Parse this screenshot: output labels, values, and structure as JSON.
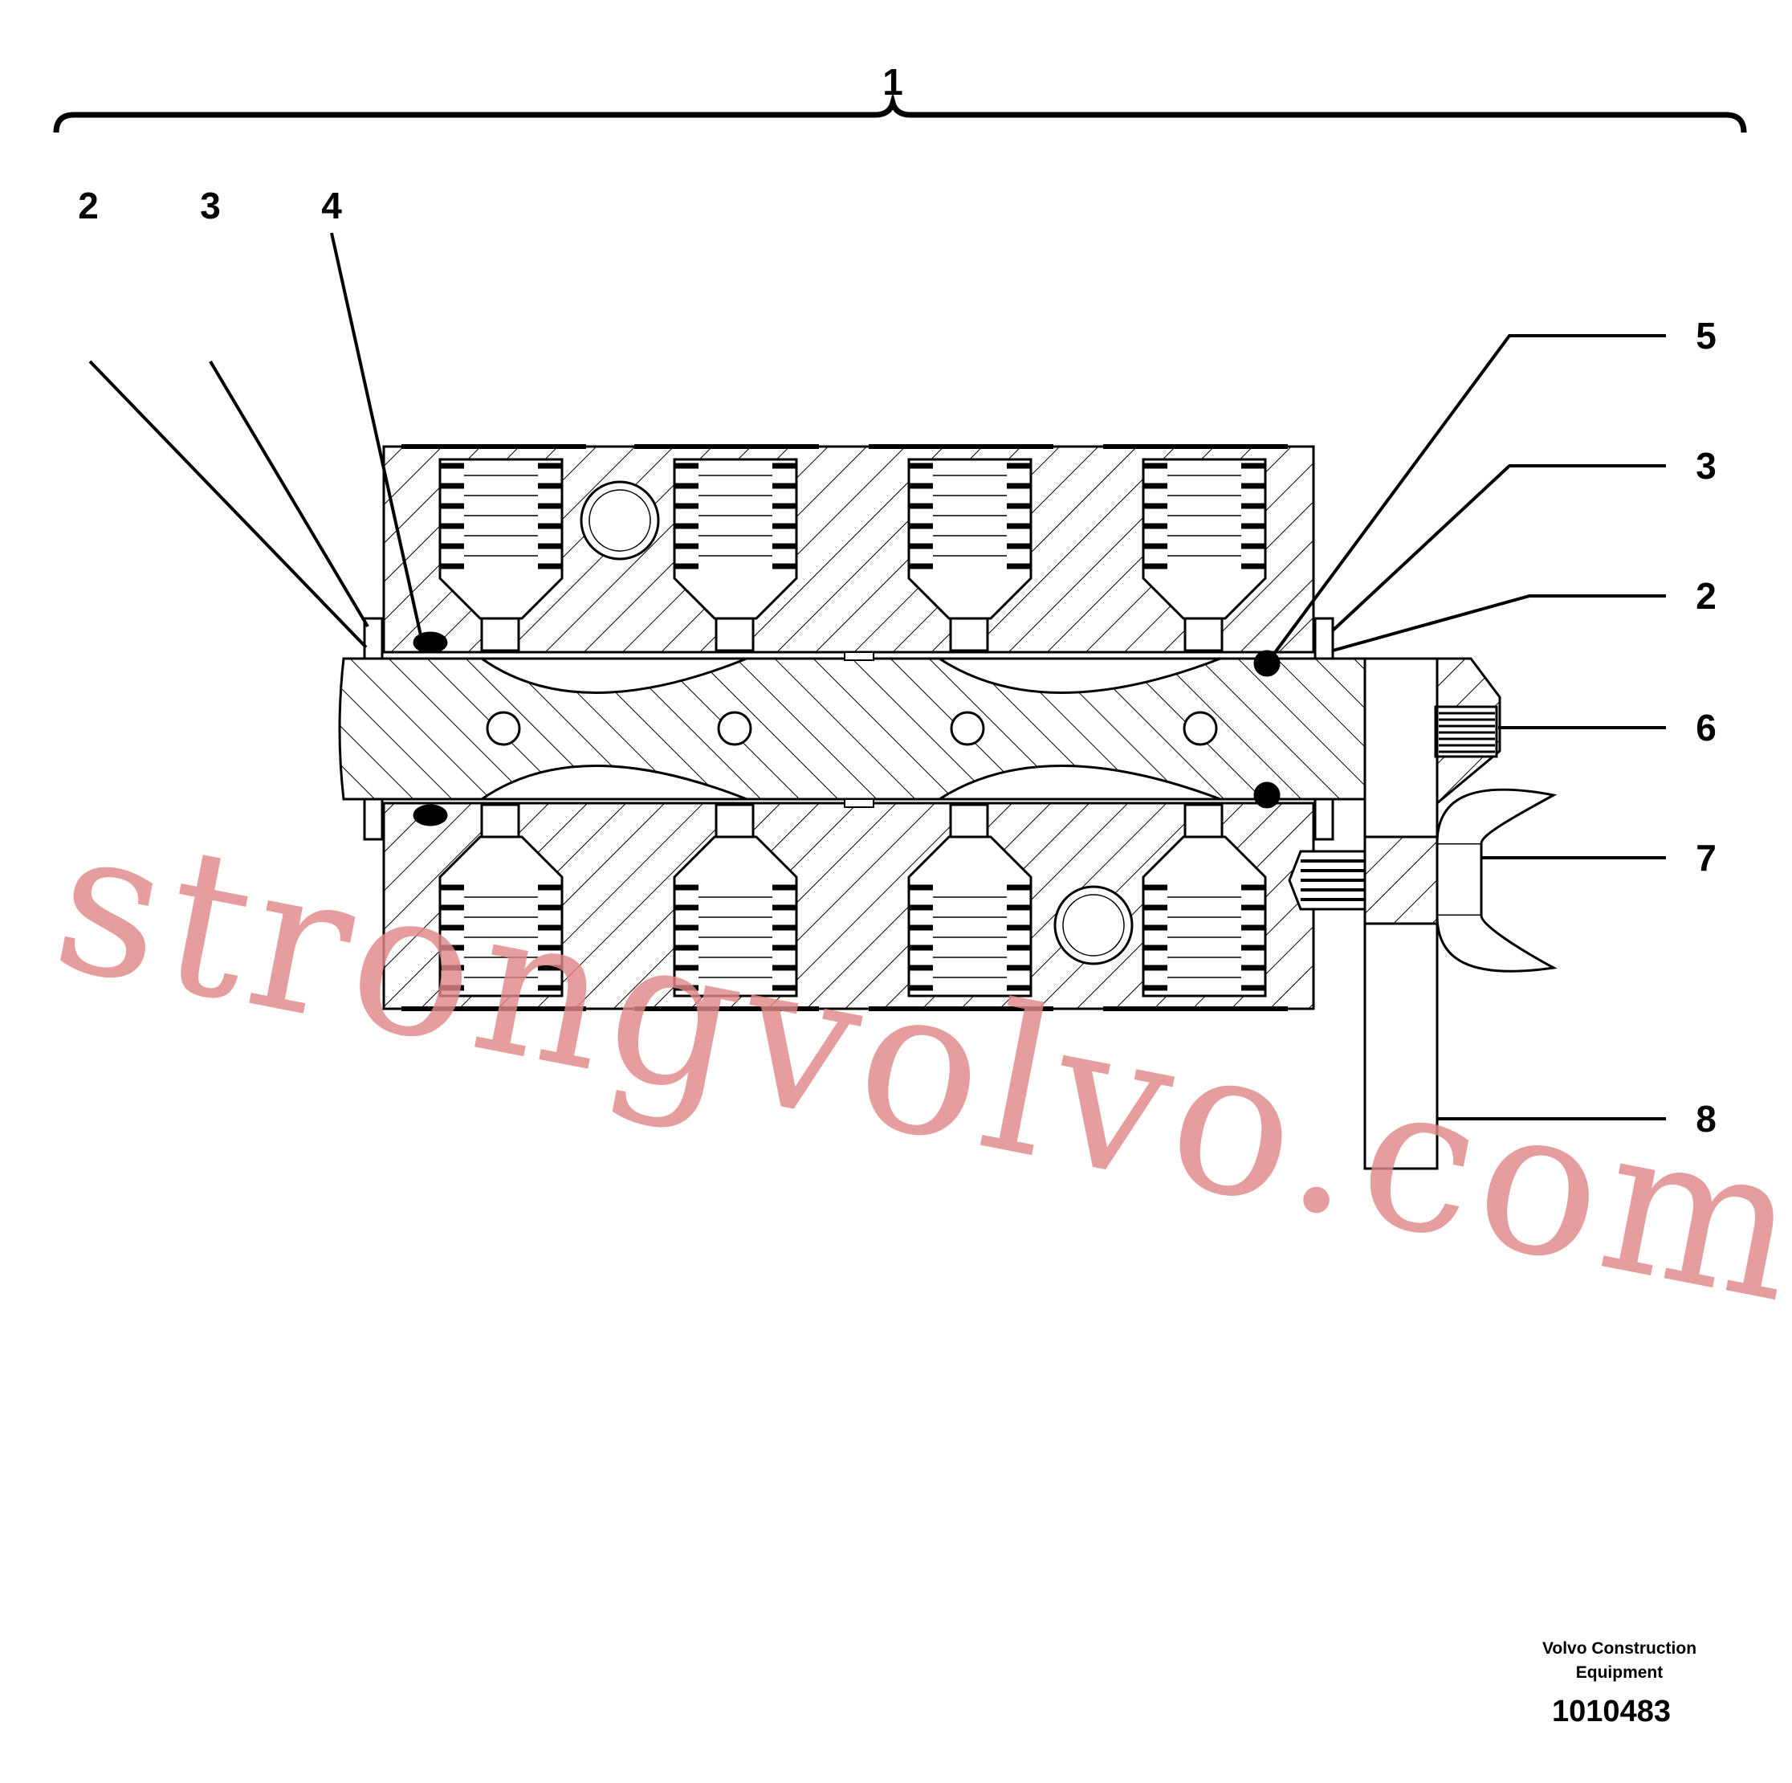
{
  "callouts": {
    "assembly": "1",
    "left_2": "2",
    "left_3": "3",
    "left_4": "4",
    "right_5": "5",
    "right_3": "3",
    "right_2": "2",
    "right_6": "6",
    "right_7": "7",
    "right_8": "8"
  },
  "watermark": "strongvolvo.com",
  "caption": {
    "line1": "Volvo Construction",
    "line2": "Equipment",
    "drawing_number": "1010483"
  }
}
